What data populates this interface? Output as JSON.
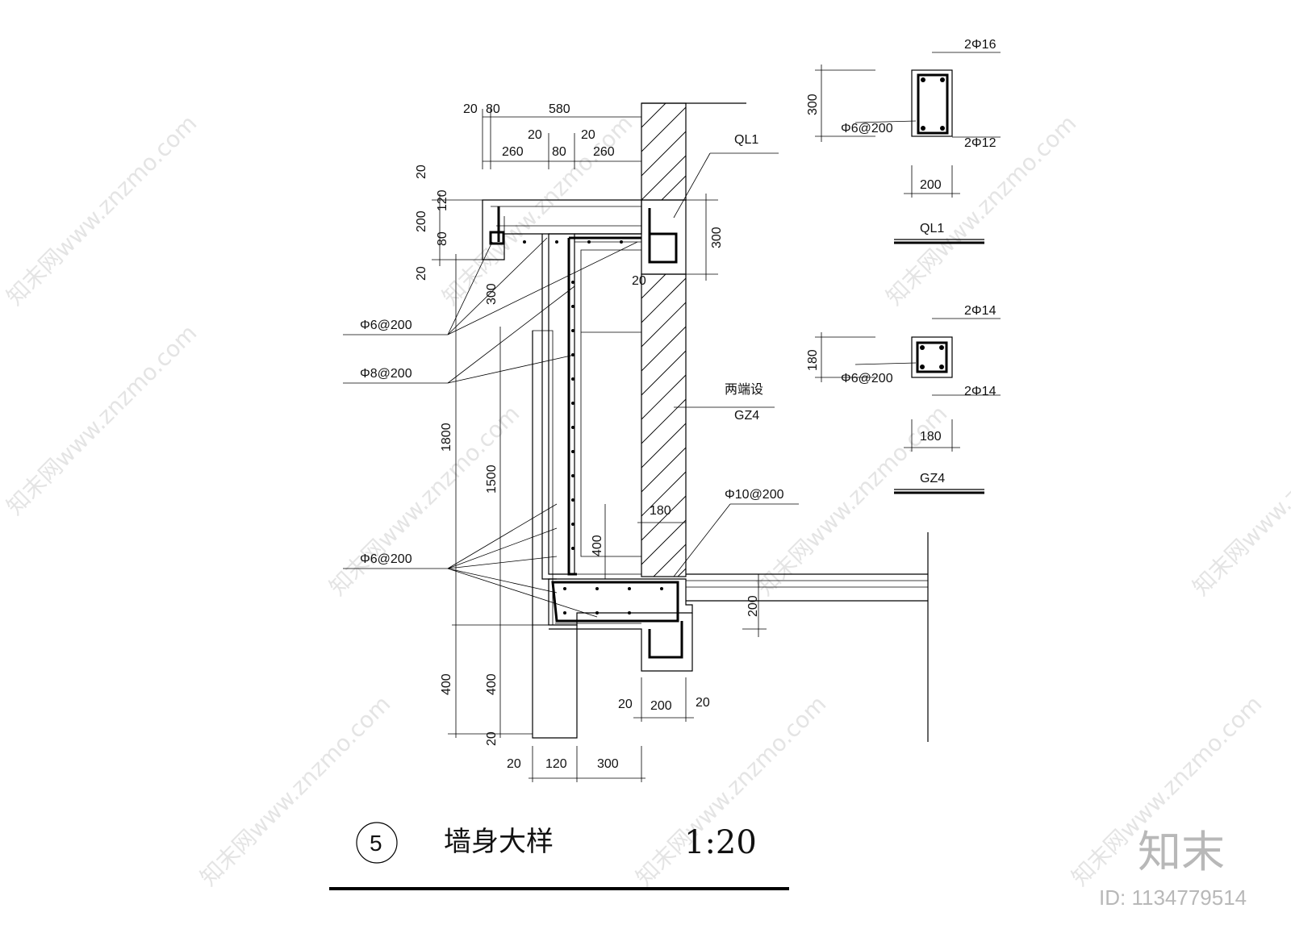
{
  "drawing": {
    "detail_number": "5",
    "title": "墙身大样",
    "scale": "1:20"
  },
  "dimensions": {
    "top_row1": [
      "20",
      "80",
      "580"
    ],
    "top_row2": [
      "260",
      "20",
      "80",
      "20",
      "260"
    ],
    "left_top": [
      "20",
      "120",
      "200",
      "80",
      "20"
    ],
    "beam_height": "300",
    "web_300": "300",
    "left_1800": "1800",
    "left_1500": "1500",
    "left_400a": "400",
    "left_400b": "400",
    "left_20": "20",
    "bottom_row": [
      "20",
      "120",
      "300"
    ],
    "footing_row": [
      "20",
      "200",
      "20"
    ],
    "slab_200": "200",
    "inner_400": "400",
    "wall_20": "20",
    "wall_180": "180"
  },
  "labels": {
    "ql1": "QL1",
    "both_ends": "两端设",
    "gz4": "GZ4",
    "rebar_a": "Φ6@200",
    "rebar_b": "Φ8@200",
    "rebar_c": "Φ6@200",
    "rebar_d": "Φ10@200"
  },
  "section_ql1": {
    "name": "QL1",
    "top_bars": "2Φ16",
    "bottom_bars": "2Φ12",
    "stirrup": "Φ6@200",
    "height": "300",
    "width": "200"
  },
  "section_gz4": {
    "name": "GZ4",
    "top_bars": "2Φ14",
    "bottom_bars": "2Φ14",
    "stirrup": "Φ6@200",
    "height": "180",
    "width": "180"
  },
  "watermark": {
    "text": "知末网www.znzmo.com",
    "logo": "知末",
    "id": "ID: 1134779514"
  }
}
